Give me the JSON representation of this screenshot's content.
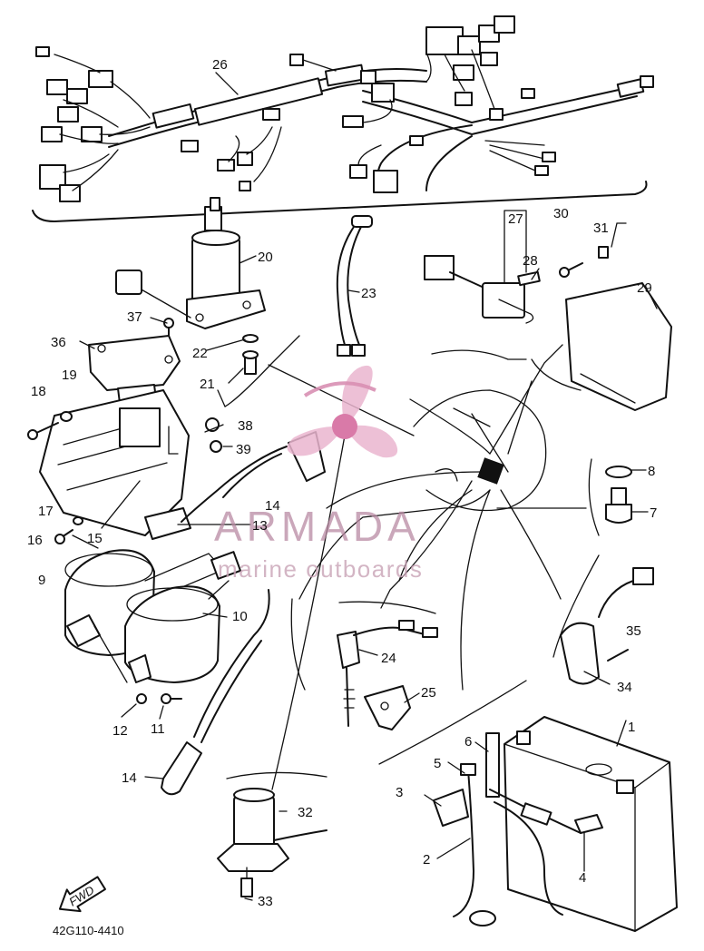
{
  "diagram": {
    "callouts": [
      "1",
      "2",
      "3",
      "4",
      "5",
      "6",
      "7",
      "8",
      "9",
      "10",
      "11",
      "12",
      "13",
      "14",
      "14",
      "15",
      "16",
      "17",
      "18",
      "19",
      "20",
      "21",
      "22",
      "23",
      "24",
      "25",
      "26",
      "27",
      "28",
      "29",
      "30",
      "31",
      "32",
      "33",
      "34",
      "35",
      "36",
      "37",
      "38",
      "39"
    ],
    "front_arrow": "FWD",
    "reference_code": "42G110-4410"
  },
  "watermark": {
    "brand": "ARMADA",
    "tagline": "marine outboards",
    "colors": {
      "logo_pink": "#e8a6c6",
      "text": "#b98aa3"
    }
  }
}
